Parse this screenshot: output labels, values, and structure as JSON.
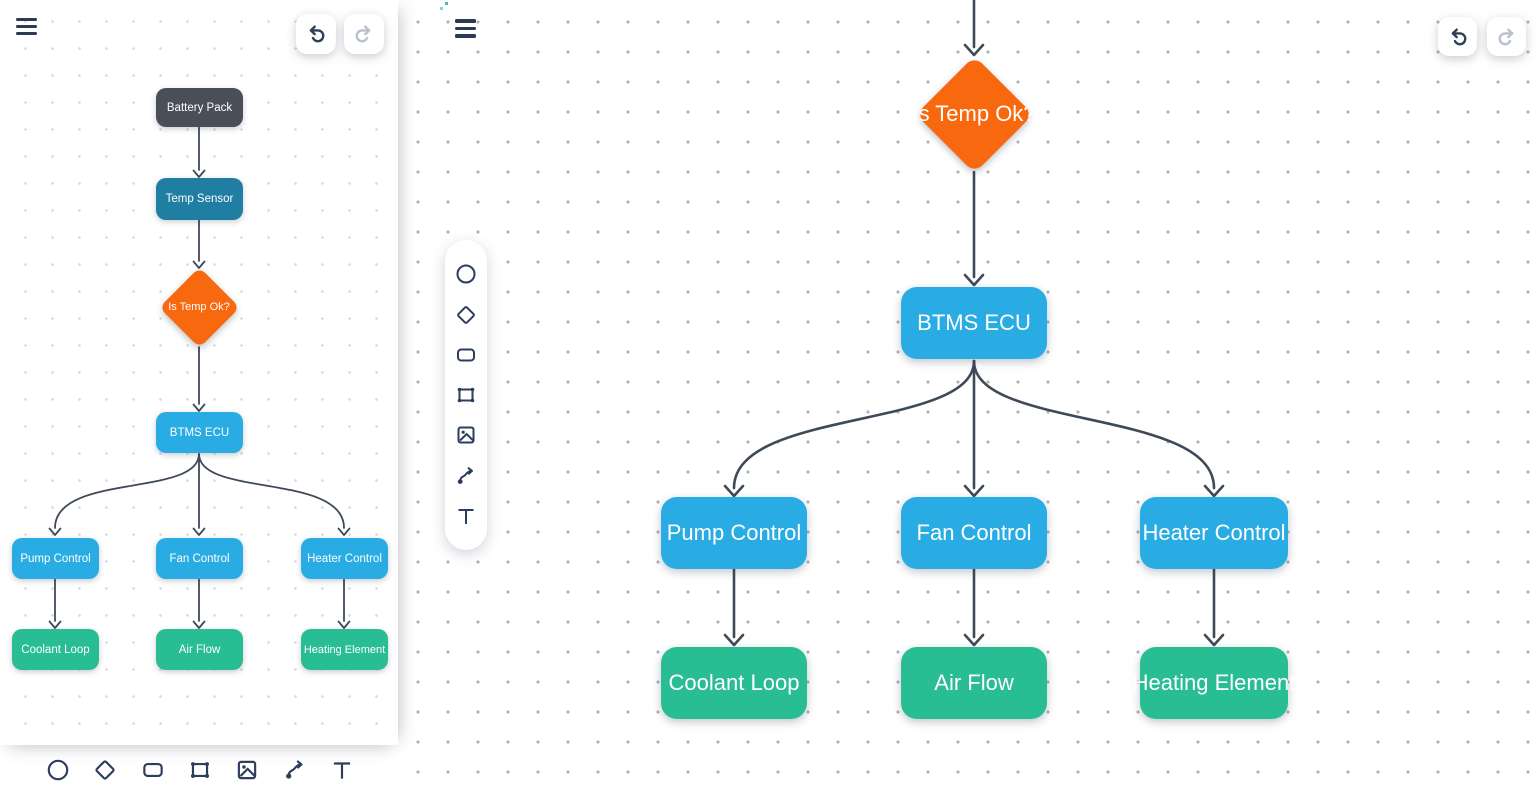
{
  "node_labels": {
    "battery_pack": "Battery Pack",
    "temp_sensor": "Temp Sensor",
    "is_temp_ok": "Is Temp Ok?",
    "btms_ecu": "BTMS ECU",
    "pump_control": "Pump Control",
    "fan_control": "Fan Control",
    "heater_control": "Heater Control",
    "coolant_loop": "Coolant Loop",
    "air_flow": "Air Flow",
    "heating_element": "Heating Element"
  },
  "diagram": {
    "type": "flowchart",
    "edges": [
      [
        "battery_pack",
        "temp_sensor"
      ],
      [
        "temp_sensor",
        "is_temp_ok"
      ],
      [
        "is_temp_ok",
        "btms_ecu"
      ],
      [
        "btms_ecu",
        "pump_control"
      ],
      [
        "btms_ecu",
        "fan_control"
      ],
      [
        "btms_ecu",
        "heater_control"
      ],
      [
        "pump_control",
        "coolant_loop"
      ],
      [
        "fan_control",
        "air_flow"
      ],
      [
        "heater_control",
        "heating_element"
      ]
    ],
    "node_colors": {
      "battery_pack": "#494e58",
      "temp_sensor": "#1f7ea2",
      "is_temp_ok": "#f8690f",
      "btms_ecu": "#29ace4",
      "pump_control": "#29ace4",
      "fan_control": "#29ace4",
      "heater_control": "#29ace4",
      "coolant_loop": "#28bd92",
      "air_flow": "#28bd92",
      "heating_element": "#28bd92"
    }
  },
  "toolbars": {
    "shape_tools": [
      "ellipse",
      "diamond",
      "rounded-rectangle",
      "frame",
      "image",
      "connector",
      "text"
    ],
    "history": [
      "undo",
      "redo"
    ]
  },
  "palette": {
    "edge": "#3f4a59",
    "icon": "#2c3d5e",
    "undo_active": "#2e4057",
    "redo_disabled": "#b9c1cd",
    "grid_dot_left": "#d4d9df",
    "grid_dot_right": "#aeb3bc",
    "resize_handle": "#3fc1ba"
  }
}
